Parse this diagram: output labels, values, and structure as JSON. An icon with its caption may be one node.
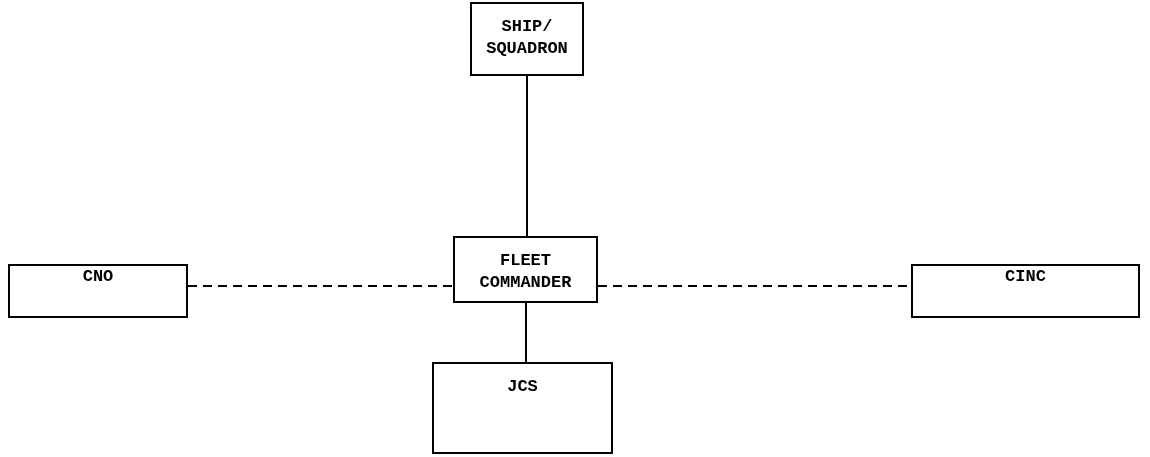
{
  "diagram": {
    "nodes": [
      {
        "text": [
          "SHIP/ SQUADRON"
        ]
      },
      {
        "text": [
          "FLEET COMMANDER"
        ]
      },
      {
        "text": [
          "CNO"
        ]
      },
      {
        "text": [
          "CINC"
        ]
      },
      {
        "text": [
          "JCS"
        ]
      }
    ],
    "edges": [
      {
        "from": 0,
        "to": 1,
        "arrow": "none"
      },
      {
        "from": 2,
        "to": 1,
        "arrow": "none",
        "style": "dashed"
      },
      {
        "from": 1,
        "to": 3,
        "arrow": "none",
        "style": "dashed"
      },
      {
        "from": 1,
        "to": 4,
        "arrow": "none"
      }
    ]
  }
}
